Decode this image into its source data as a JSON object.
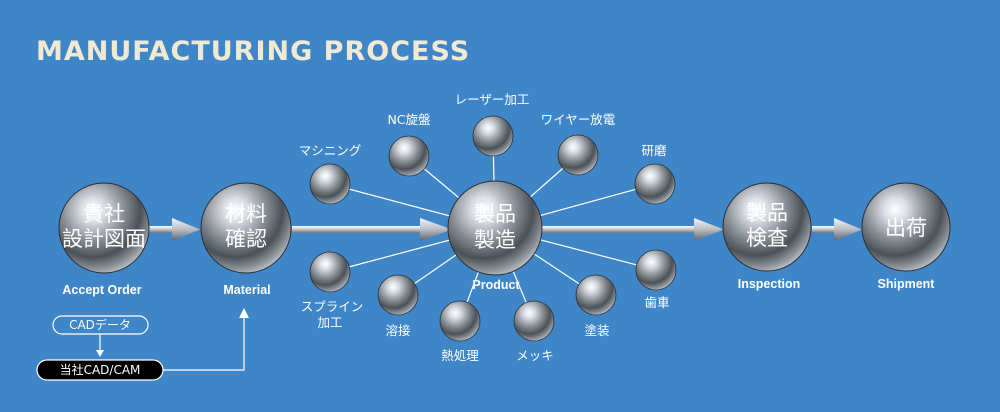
{
  "title": "MANUFACTURING  PROCESS",
  "main_steps": [
    {
      "line1": "貴社",
      "line2": "設計図面",
      "label": "Accept Order"
    },
    {
      "line1": "材料",
      "line2": "確認",
      "label": "Material"
    },
    {
      "line1": "製品",
      "line2": "製造",
      "label": "Product"
    },
    {
      "line1": "製品",
      "line2": "検査",
      "label": "Inspection"
    },
    {
      "line1": "出荷",
      "line2": "",
      "label": "Shipment"
    }
  ],
  "processes": [
    {
      "label": "マシニング"
    },
    {
      "label": "NC旋盤"
    },
    {
      "label": "レーザー加工"
    },
    {
      "label": "ワイヤー放電"
    },
    {
      "label": "研磨"
    },
    {
      "label": "スプライン",
      "label2": "加工"
    },
    {
      "label": "溶接"
    },
    {
      "label": "熱処理"
    },
    {
      "label": "メッキ"
    },
    {
      "label": "塗装"
    },
    {
      "label": "歯車"
    }
  ],
  "cad_data_label": "CADデータ",
  "cad_cam_label": "当社CAD/CAM",
  "colors": {
    "background": "#3f86c8",
    "title": "#f1ead2"
  }
}
